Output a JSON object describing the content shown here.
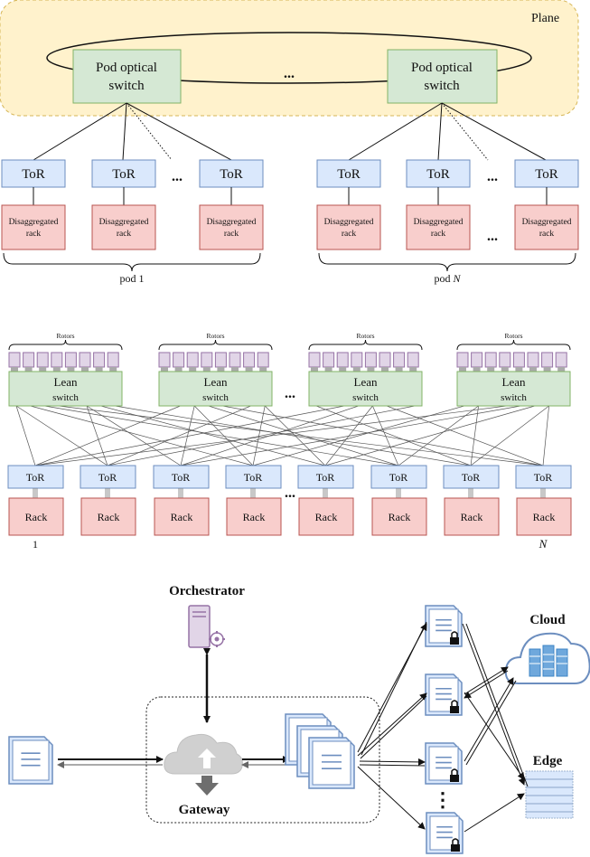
{
  "top": {
    "plane_label": "Plane",
    "pod_switch_label_1": "Pod optical",
    "pod_switch_label_2": "switch",
    "ellipsis": "...",
    "tor_label": "ToR",
    "rack_label_1": "Disaggregated",
    "rack_label_2": "rack",
    "pod1_label": "pod 1",
    "podN_prefix": "pod ",
    "podN_var": "N"
  },
  "middle": {
    "rotors_label": "Rotors",
    "lean_label_1": "Lean",
    "lean_label_2": "switch",
    "tor_label": "ToR",
    "rack_label": "Rack",
    "ellipsis": "...",
    "index_first": "1",
    "index_last": "N"
  },
  "bottom": {
    "orchestrator_label": "Orchestrator",
    "gateway_label": "Gateway",
    "cloud_label": "Cloud",
    "edge_label": "Edge",
    "vertical_ellipsis": "⋮"
  },
  "colors": {
    "plane_fill": "#fff2cc",
    "plane_stroke": "#d6b656",
    "switch_fill": "#d5e8d4",
    "switch_stroke": "#82b366",
    "tor_fill": "#dae8fc",
    "tor_stroke": "#6c8ebf",
    "rack_fill": "#f8cecc",
    "rack_stroke": "#b85450",
    "rotor_fill": "#e1d5e7",
    "rotor_stroke": "#9673a6"
  }
}
